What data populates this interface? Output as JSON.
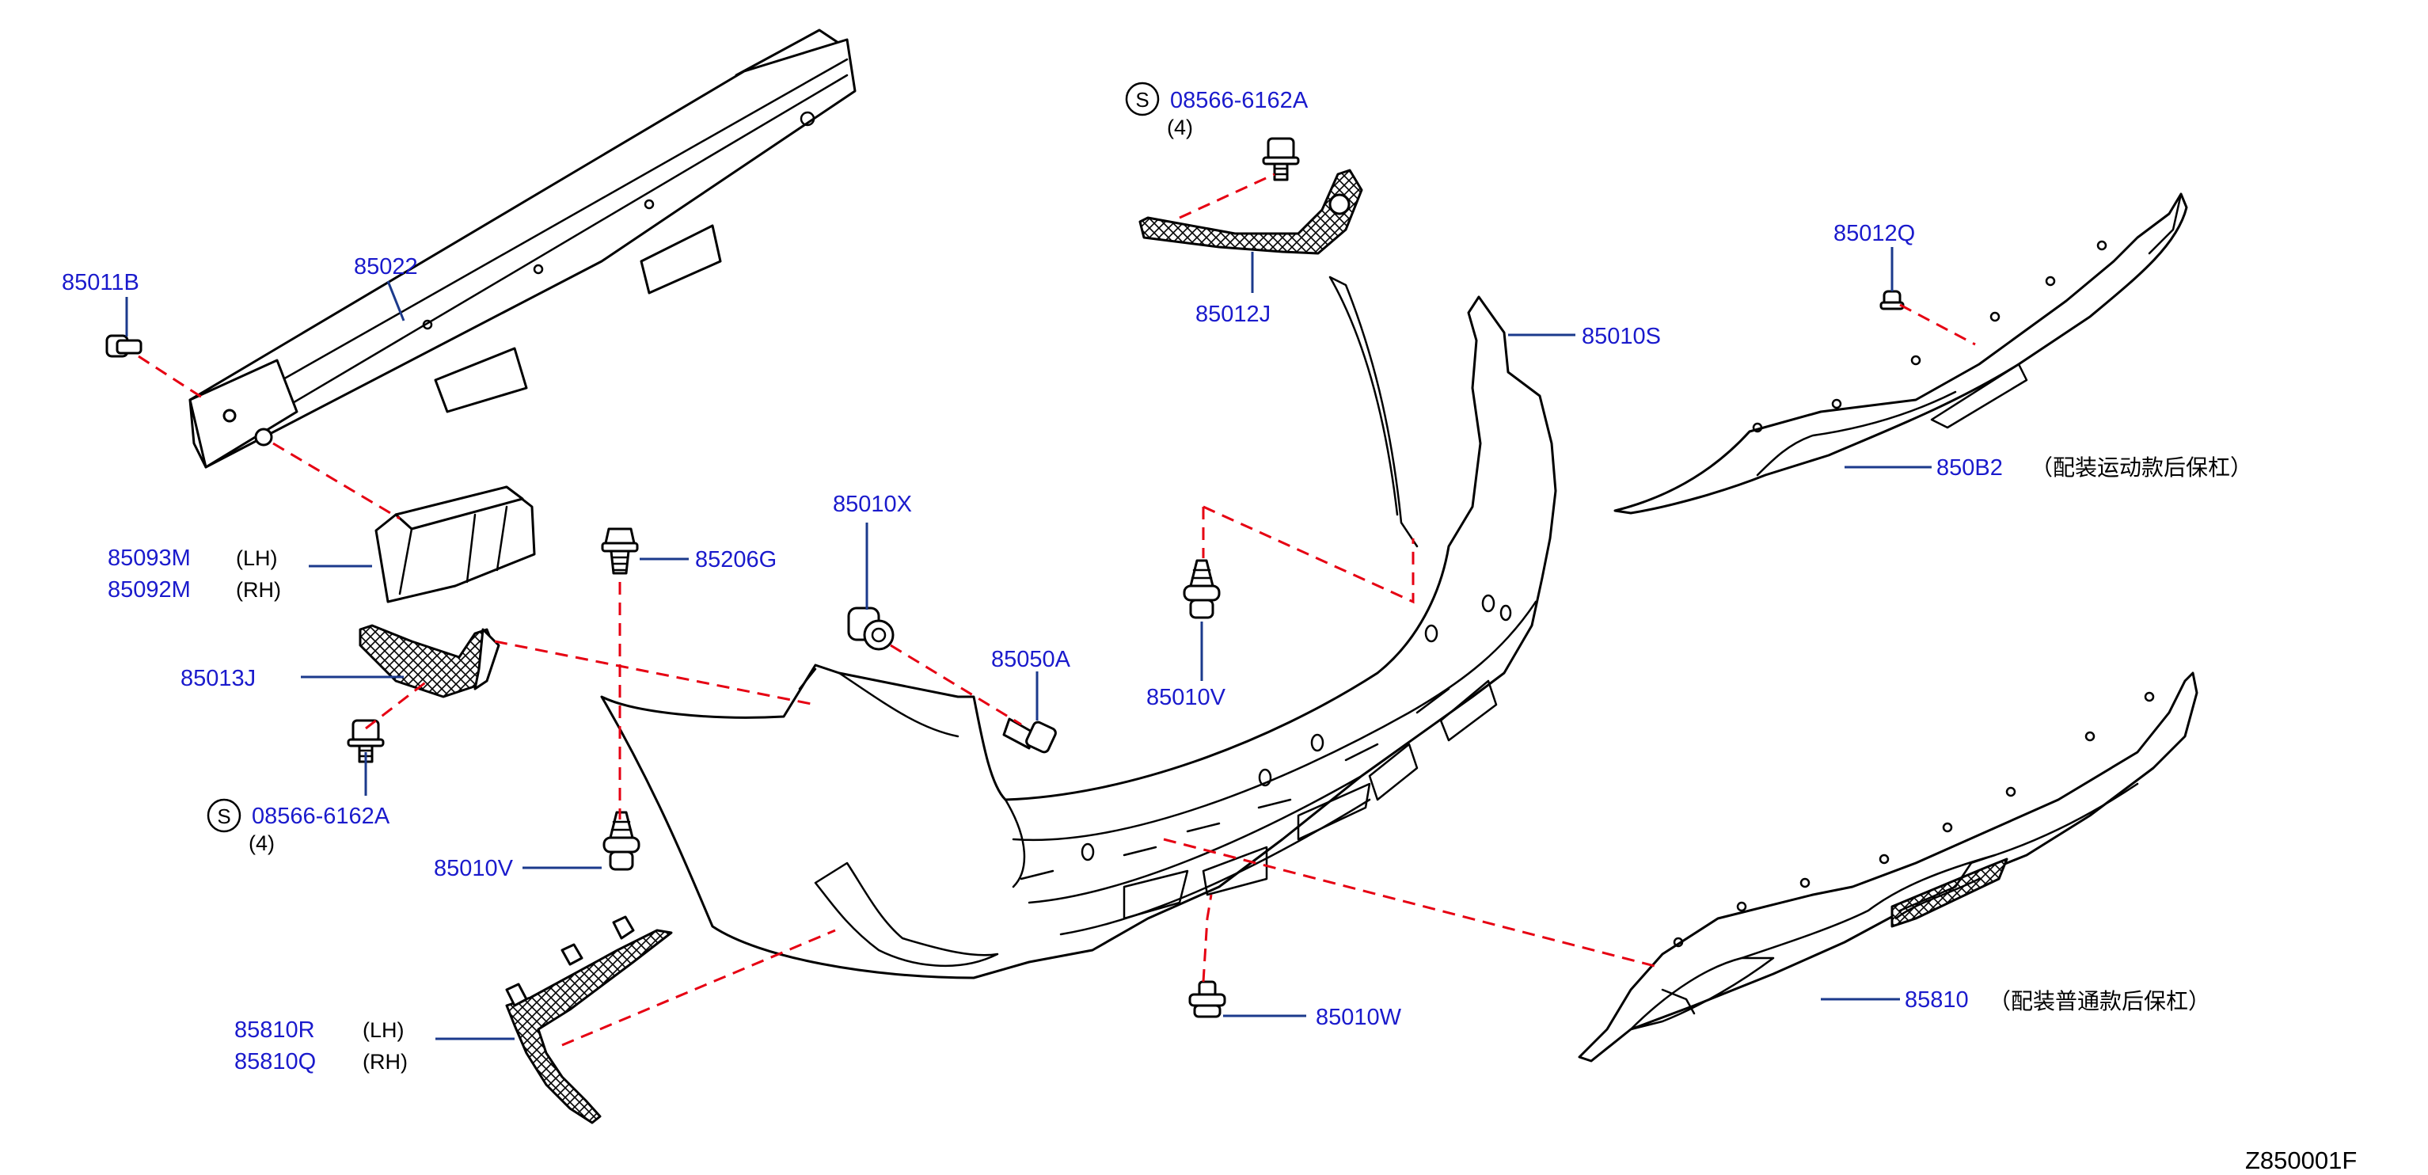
{
  "diagram_id": "Z850001F",
  "screw_badge": "S",
  "parts": [
    {
      "id": "p-85011B",
      "number": "85011B"
    },
    {
      "id": "p-85022",
      "number": "85022"
    },
    {
      "id": "p-85093M",
      "number": "85093M",
      "side": "(LH)"
    },
    {
      "id": "p-85092M",
      "number": "85092M",
      "side": "(RH)"
    },
    {
      "id": "p-85013J",
      "number": "85013J"
    },
    {
      "id": "p-08566-left",
      "number": "08566-6162A",
      "qty": "(4)"
    },
    {
      "id": "p-85206G",
      "number": "85206G"
    },
    {
      "id": "p-85010X",
      "number": "85010X"
    },
    {
      "id": "p-85050A",
      "number": "85050A"
    },
    {
      "id": "p-85010V-a",
      "number": "85010V"
    },
    {
      "id": "p-85010V-b",
      "number": "85010V"
    },
    {
      "id": "p-08566-top",
      "number": "08566-6162A",
      "qty": "(4)"
    },
    {
      "id": "p-85012J",
      "number": "85012J"
    },
    {
      "id": "p-85010S",
      "number": "85010S"
    },
    {
      "id": "p-85012Q",
      "number": "85012Q"
    },
    {
      "id": "p-850B2",
      "number": "850B2",
      "note": "（配装运动款后保杠）"
    },
    {
      "id": "p-85810R",
      "number": "85810R",
      "side": "(LH)"
    },
    {
      "id": "p-85810Q",
      "number": "85810Q",
      "side": "(RH)"
    },
    {
      "id": "p-85010W",
      "number": "85010W"
    },
    {
      "id": "p-85810",
      "number": "85810",
      "note": "（配装普通款后保杠）"
    }
  ],
  "colors": {
    "label": "#1a1acc",
    "leader": "#1b3a8c",
    "dash": "#e60012",
    "line": "#000000"
  }
}
